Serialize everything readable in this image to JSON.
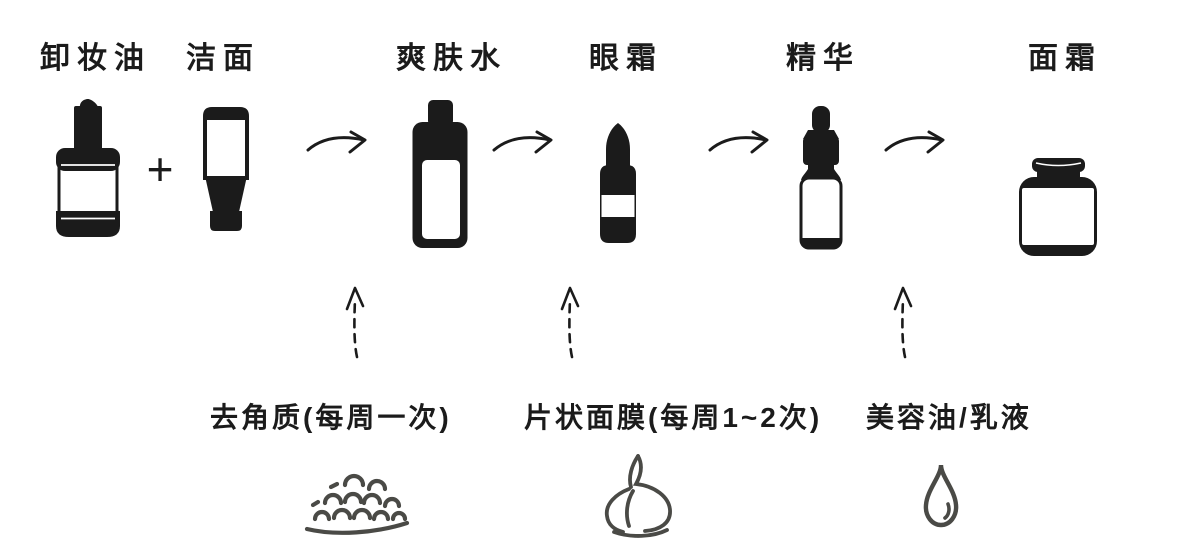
{
  "colors": {
    "background": "#ffffff",
    "ink": "#1b1b1b",
    "sketch": "#4a4a46"
  },
  "flow": {
    "plus": "+",
    "arrow_icon": "curved-right-arrow-icon",
    "steps": [
      {
        "label": "卸妆油",
        "icon": "pump-bottle-icon"
      },
      {
        "label": "洁面",
        "icon": "cleanser-tube-icon"
      },
      {
        "label": "爽肤水",
        "icon": "toner-bottle-icon"
      },
      {
        "label": "眼霜",
        "icon": "eye-cream-stick-icon"
      },
      {
        "label": "精华",
        "icon": "dropper-bottle-icon"
      },
      {
        "label": "面霜",
        "icon": "cream-jar-icon"
      }
    ]
  },
  "optional": {
    "arrow_icon": "dashed-up-arrow-icon",
    "items": [
      {
        "label": "去角质(每周一次)",
        "icon": "scrub-granules-icon"
      },
      {
        "label": "片状面膜(每周1~2次)",
        "icon": "sheet-mask-icon"
      },
      {
        "label": "美容油/乳液",
        "icon": "oil-drop-icon"
      }
    ]
  }
}
